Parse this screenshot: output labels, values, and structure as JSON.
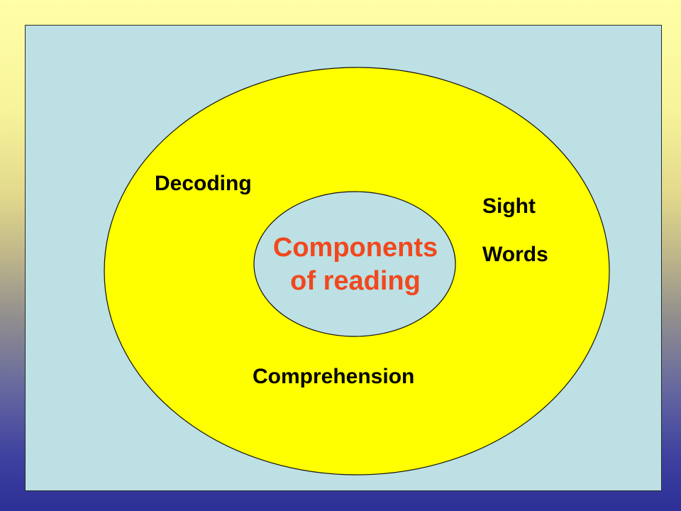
{
  "diagram": {
    "center": {
      "line1": "Components",
      "line2": "of reading"
    },
    "labels": {
      "decoding": "Decoding",
      "sight": "Sight",
      "words": "Words",
      "comprehension": "Comprehension"
    }
  },
  "colors": {
    "panel": "#bce0e3",
    "outer_ring": "#ffff00",
    "inner_circle": "#bce0e3",
    "center_text": "#f2471d",
    "label_text": "#000000"
  }
}
